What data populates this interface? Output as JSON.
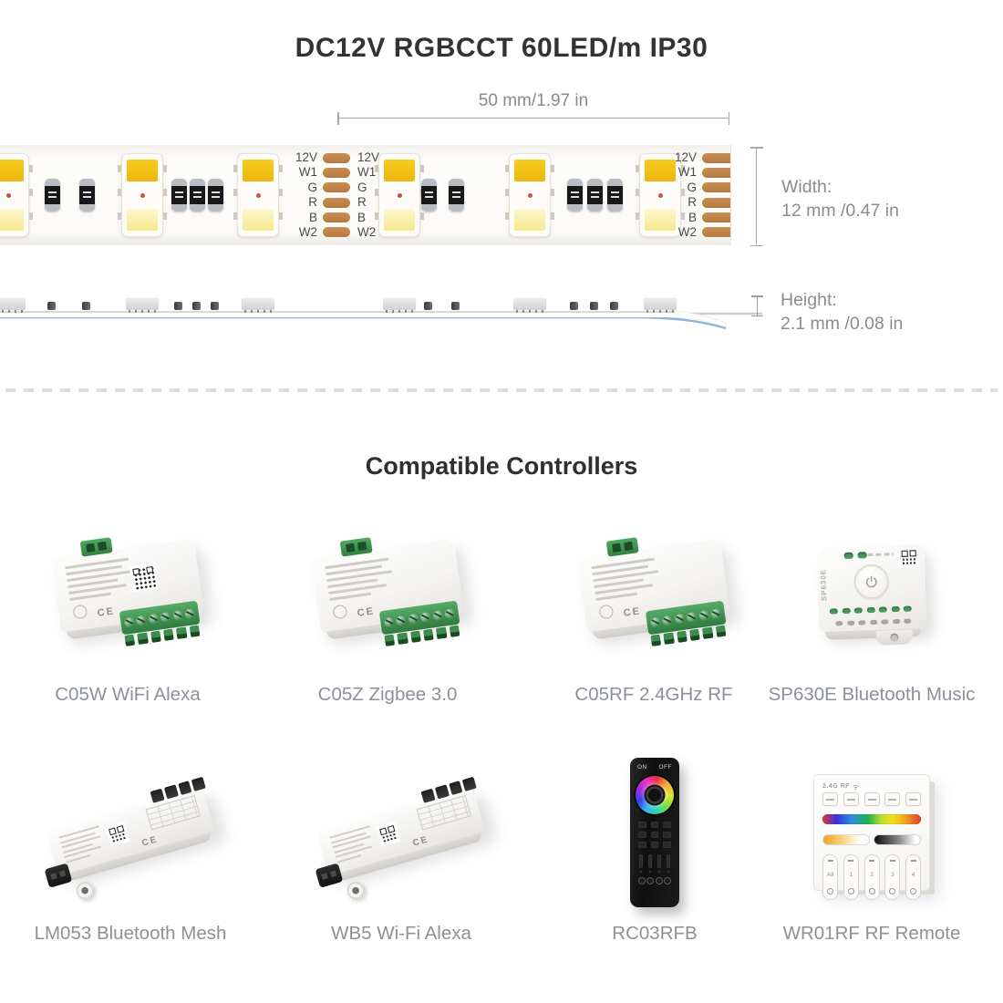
{
  "page": {
    "title": "DC12V RGBCCT 60LED/m IP30",
    "section_title": "Compatible Controllers"
  },
  "strip": {
    "length_label": "50 mm/1.97 in",
    "width_label": "Width:",
    "width_value": "12 mm /0.47 in",
    "height_label": "Height:",
    "height_value": "2.1 mm /0.08 in",
    "pad_labels": [
      "12V",
      "W1",
      "G",
      "R",
      "B",
      "W2"
    ],
    "colors": {
      "copper_pad": "#bf8049",
      "led_phosphor_top": "#f2c01e",
      "led_phosphor_bottom": "#f9f0ae",
      "side_profile_blue": "#8ab5da",
      "terminal_green": "#3f9e4f"
    }
  },
  "controllers": [
    {
      "id": "c05w",
      "label": "C05W WiFi Alexa"
    },
    {
      "id": "c05z",
      "label": "C05Z Zigbee 3.0"
    },
    {
      "id": "c05rf",
      "label": "C05RF 2.4GHz RF"
    },
    {
      "id": "sp630e",
      "label": "SP630E Bluetooth Music"
    },
    {
      "id": "lm053",
      "label": "LM053 Bluetooth Mesh"
    },
    {
      "id": "wb5",
      "label": "WB5 Wi-Fi Alexa"
    },
    {
      "id": "rc03rfb",
      "label": "RC03RFB"
    },
    {
      "id": "wr01rf",
      "label": "WR01RF RF Remote"
    }
  ],
  "device_markings": {
    "ce_mark": "CE",
    "remote_on": "ON",
    "remote_off": "OFF",
    "sp630e_side_label": "SP630E",
    "panel_brand": "2.4G RF",
    "panel_zone_labels": [
      "All",
      "1",
      "2",
      "3",
      "4"
    ]
  }
}
